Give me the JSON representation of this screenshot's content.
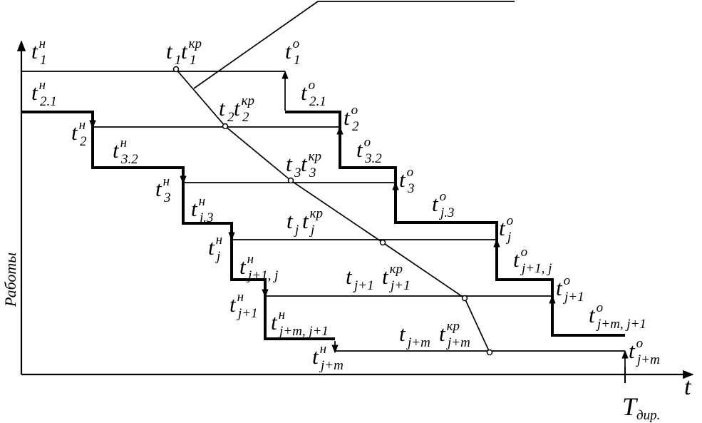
{
  "diagram": {
    "y_axis_label": "Работы",
    "x_axis_label": "t",
    "directive_time": {
      "base": "T",
      "sub": "дир."
    },
    "labels": [
      {
        "id": "t1n",
        "base": "t",
        "sub": "1",
        "sup": "н"
      },
      {
        "id": "t21n",
        "base": "t",
        "sub": "2.1",
        "sup": "н"
      },
      {
        "id": "t2n",
        "base": "t",
        "sub": "2",
        "sup": "н"
      },
      {
        "id": "t32n",
        "base": "t",
        "sub": "3.2",
        "sup": "н"
      },
      {
        "id": "t3n",
        "base": "t",
        "sub": "3",
        "sup": "н"
      },
      {
        "id": "tj3n",
        "base": "t",
        "sub": "j.3",
        "sup": "н"
      },
      {
        "id": "tjn",
        "base": "t",
        "sub": "j",
        "sup": "н"
      },
      {
        "id": "tj1jn",
        "base": "t",
        "sub": "j+1, j",
        "sup": "н"
      },
      {
        "id": "tj1n",
        "base": "t",
        "sub": "j+1",
        "sup": "н"
      },
      {
        "id": "tjmj1n",
        "base": "t",
        "sub": "j+m, j+1",
        "sup": "н"
      },
      {
        "id": "tjmn",
        "base": "t",
        "sub": "j+m",
        "sup": "н"
      },
      {
        "id": "t1",
        "base": "t",
        "sub": "1",
        "sup": ""
      },
      {
        "id": "t1kp",
        "base": "t",
        "sub": "1",
        "sup": "кр"
      },
      {
        "id": "t1o",
        "base": "t",
        "sub": "1",
        "sup": "o"
      },
      {
        "id": "t2",
        "base": "t",
        "sub": "2",
        "sup": ""
      },
      {
        "id": "t2kp",
        "base": "t",
        "sub": "2",
        "sup": "кр"
      },
      {
        "id": "t21o",
        "base": "t",
        "sub": "2.1",
        "sup": "o"
      },
      {
        "id": "t2o",
        "base": "t",
        "sub": "2",
        "sup": "o"
      },
      {
        "id": "t32o",
        "base": "t",
        "sub": "3.2",
        "sup": "o"
      },
      {
        "id": "t3",
        "base": "t",
        "sub": "3",
        "sup": ""
      },
      {
        "id": "t3kp",
        "base": "t",
        "sub": "3",
        "sup": "кр"
      },
      {
        "id": "t3o",
        "base": "t",
        "sub": "3",
        "sup": "o"
      },
      {
        "id": "tj3o",
        "base": "t",
        "sub": "j.3",
        "sup": "o"
      },
      {
        "id": "tj",
        "base": "t",
        "sub": "j",
        "sup": ""
      },
      {
        "id": "tjkp",
        "base": "t",
        "sub": "j",
        "sup": "кр"
      },
      {
        "id": "tjo",
        "base": "t",
        "sub": "j",
        "sup": "o"
      },
      {
        "id": "tj1jo",
        "base": "t",
        "sub": "j+1, j",
        "sup": "o"
      },
      {
        "id": "tj1",
        "base": "t",
        "sub": "j+1",
        "sup": ""
      },
      {
        "id": "tj1kp",
        "base": "t",
        "sub": "j+1",
        "sup": "кр"
      },
      {
        "id": "tj1o",
        "base": "t",
        "sub": "j+1",
        "sup": "o"
      },
      {
        "id": "tjmj1o",
        "base": "t",
        "sub": "j+m, j+1",
        "sup": "o"
      },
      {
        "id": "tjm",
        "base": "t",
        "sub": "j+m",
        "sup": ""
      },
      {
        "id": "tjmkp",
        "base": "t",
        "sub": "j+m",
        "sup": "кр"
      },
      {
        "id": "tjmo",
        "base": "t",
        "sub": "j+m",
        "sup": "o"
      }
    ]
  }
}
